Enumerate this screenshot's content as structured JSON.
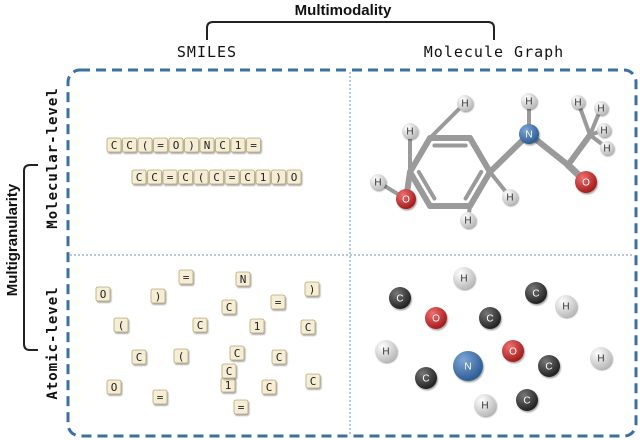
{
  "header": {
    "title": "Multimodality",
    "col_left": "SMILES",
    "col_right": "Molecule Graph"
  },
  "side": {
    "title": "Multigranularity",
    "row_top": "Molecular-level",
    "row_bottom": "Atomic-level"
  },
  "smiles": {
    "line1": [
      "C",
      "C",
      "(",
      "=",
      "O",
      ")",
      "N",
      "C",
      "1",
      "="
    ],
    "line2": [
      "C",
      "C",
      "=",
      "C",
      "(",
      "C",
      "=",
      "C",
      "1",
      ")",
      "O"
    ]
  },
  "tokens": {
    "items": [
      "O",
      ")",
      "=",
      "N",
      ")",
      "C",
      "(",
      "C",
      "=",
      "C",
      "1",
      "C",
      "C",
      "(",
      "C",
      "1",
      "C",
      "C",
      "O",
      "=",
      "=",
      "C"
    ]
  },
  "molecule": {
    "atoms": [
      "H",
      "H",
      "H",
      "N",
      "H",
      "H",
      "H",
      "H",
      "O",
      "H",
      "H",
      "O"
    ]
  },
  "atoms_scatter": {
    "items": [
      "H",
      "C",
      "O",
      "C",
      "C",
      "H",
      "H",
      "N",
      "O",
      "C",
      "H",
      "C",
      "H",
      "C"
    ]
  },
  "colors": {
    "frame": "#3d6fa3",
    "tile_fill": "#f5edd4",
    "carbon": "#333333",
    "oxygen": "#c62828",
    "nitrogen": "#3b6ea8",
    "hydrogen": "#dcdcdc"
  }
}
